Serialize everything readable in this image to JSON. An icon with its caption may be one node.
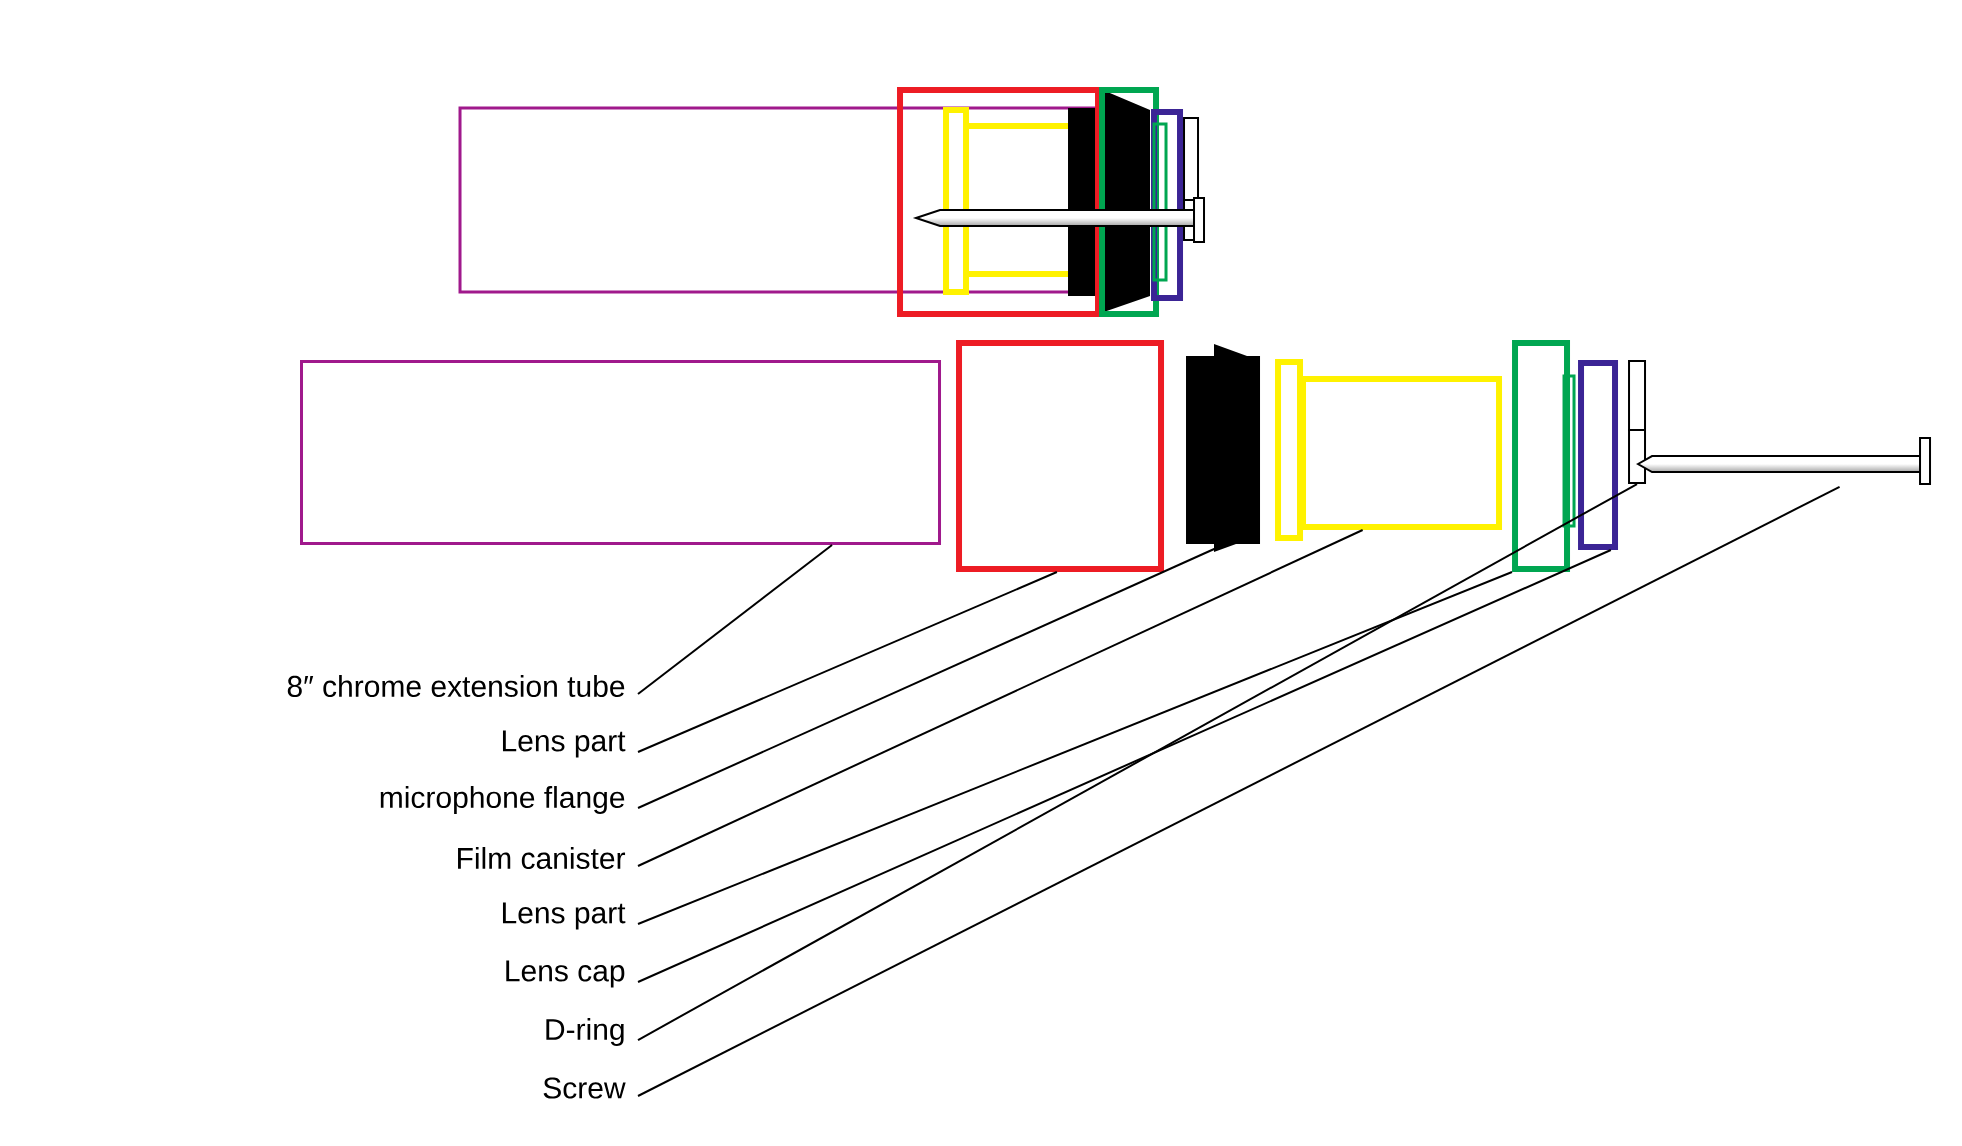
{
  "diagram": {
    "nodes": [
      {
        "text": [
          "8″ chrome extension tube"
        ]
      },
      {
        "text": [
          "Lens part"
        ]
      },
      {
        "text": [
          "microphone flange"
        ]
      },
      {
        "text": [
          "Film canister"
        ]
      },
      {
        "text": [
          "Lens part"
        ]
      },
      {
        "text": [
          "Lens cap"
        ]
      },
      {
        "text": [
          "D-ring"
        ]
      },
      {
        "text": [
          "Screw"
        ]
      },
      {
        "text": [],
        "shape": "box"
      },
      {
        "text": [],
        "shape": "box"
      },
      {
        "text": [],
        "shape": "box"
      },
      {
        "text": [],
        "shape": "box"
      },
      {
        "text": [],
        "shape": "box"
      },
      {
        "text": [],
        "shape": "box"
      },
      {
        "text": [],
        "shape": "box"
      },
      {
        "text": [],
        "shape": "picture"
      }
    ],
    "edges": [
      {
        "from": 0,
        "to": 8,
        "arrow": "none"
      },
      {
        "from": 1,
        "to": 9,
        "arrow": "none"
      },
      {
        "from": 2,
        "to": 10,
        "arrow": "none"
      },
      {
        "from": 3,
        "to": 11,
        "arrow": "none"
      },
      {
        "from": 4,
        "to": 12,
        "arrow": "none"
      },
      {
        "from": 5,
        "to": 13,
        "arrow": "none"
      },
      {
        "from": 6,
        "to": 14,
        "arrow": "none"
      },
      {
        "from": 7,
        "to": 15,
        "arrow": "none"
      }
    ]
  }
}
